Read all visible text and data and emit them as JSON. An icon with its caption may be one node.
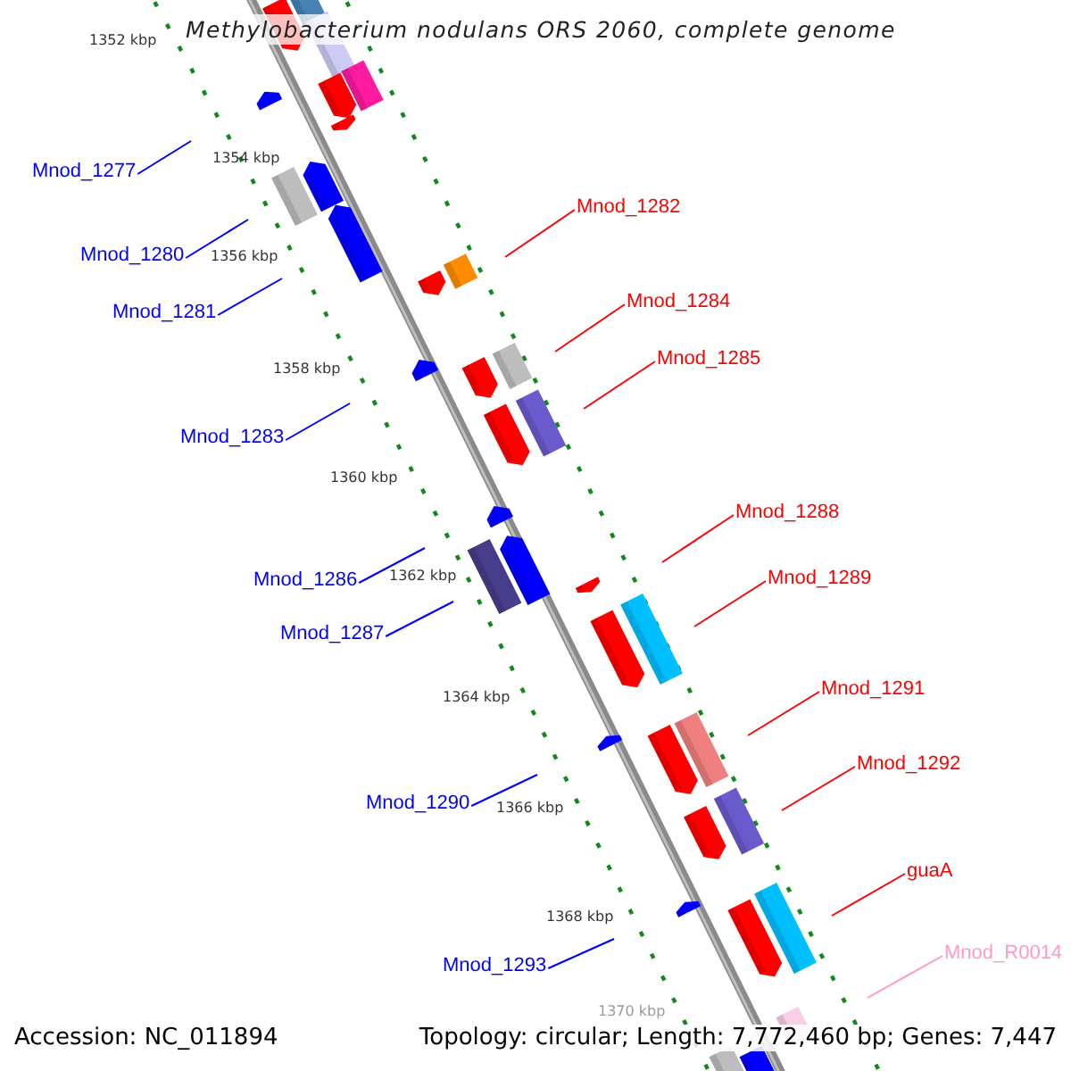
{
  "diagram": {
    "title": "Methylobacterium nodulans ORS 2060, complete genome",
    "nodes": [
      {
        "text": [
          "Mnod_1277"
        ]
      },
      {
        "text": [
          "Mnod_1282"
        ]
      },
      {
        "text": [
          "Mnod_1280"
        ]
      },
      {
        "text": [
          "Mnod_1284"
        ]
      },
      {
        "text": [
          "Mnod_1281"
        ]
      },
      {
        "text": [
          "Mnod_1285"
        ]
      },
      {
        "text": [
          "Mnod_1283"
        ]
      },
      {
        "text": [
          "Mnod_1288"
        ]
      },
      {
        "text": [
          "Mnod_1289"
        ]
      },
      {
        "text": [
          "Mnod_1286"
        ]
      },
      {
        "text": [
          "Mnod_1287"
        ]
      },
      {
        "text": [
          "Mnod_1291"
        ]
      },
      {
        "text": [
          "Mnod_1292"
        ]
      },
      {
        "text": [
          "Mnod_1290"
        ]
      },
      {
        "text": [
          "guaA"
        ]
      },
      {
        "text": [
          "Mnod_R0014"
        ]
      },
      {
        "text": [
          "Mnod_1293"
        ]
      }
    ],
    "edges": [
      {
        "from": 0,
        "to": null,
        "arrow": "none",
        "color": "#0000ff"
      },
      {
        "from": 1,
        "to": null,
        "arrow": "none",
        "color": "#ff0000"
      },
      {
        "from": 2,
        "to": null,
        "arrow": "none",
        "color": "#0000ff"
      },
      {
        "from": 3,
        "to": null,
        "arrow": "none",
        "color": "#ff0000"
      },
      {
        "from": 4,
        "to": null,
        "arrow": "none",
        "color": "#0000ff"
      },
      {
        "from": 5,
        "to": null,
        "arrow": "none",
        "color": "#ff0000"
      },
      {
        "from": 6,
        "to": null,
        "arrow": "none",
        "color": "#0000ff"
      },
      {
        "from": 7,
        "to": null,
        "arrow": "none",
        "color": "#ff0000"
      },
      {
        "from": 8,
        "to": null,
        "arrow": "none",
        "color": "#ff0000"
      },
      {
        "from": 9,
        "to": null,
        "arrow": "none",
        "color": "#0000ff"
      },
      {
        "from": 10,
        "to": null,
        "arrow": "none",
        "color": "#0000ff"
      },
      {
        "from": 11,
        "to": null,
        "arrow": "none",
        "color": "#ff0000"
      },
      {
        "from": 12,
        "to": null,
        "arrow": "none",
        "color": "#ff0000"
      },
      {
        "from": 13,
        "to": null,
        "arrow": "none",
        "color": "#0000ff"
      },
      {
        "from": 14,
        "to": null,
        "arrow": "none",
        "color": "#ff0000"
      },
      {
        "from": 15,
        "to": null,
        "arrow": "none",
        "color": "#ff99cc"
      },
      {
        "from": 16,
        "to": null,
        "arrow": "none",
        "color": "#0000ff"
      }
    ],
    "labels": [
      "1352 kbp",
      "1354 kbp",
      "1356 kbp",
      "1358 kbp",
      "1360 kbp",
      "1362 kbp",
      "1364 kbp",
      "1366 kbp",
      "1368 kbp",
      "1370 kbp",
      "Accession: NC_011894",
      "Topology: circular; Length: 7,772,460 bp; Genes: 7,447"
    ]
  }
}
